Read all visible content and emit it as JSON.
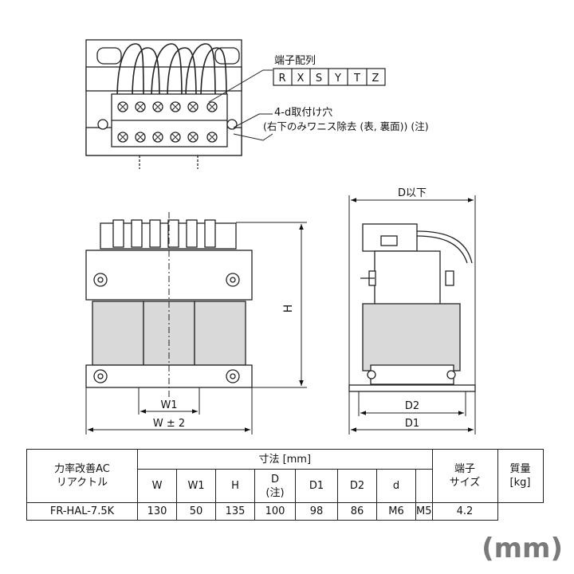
{
  "diagram": {
    "terminal_layout_label": "端子配列",
    "terminals": [
      "R",
      "X",
      "S",
      "Y",
      "T",
      "Z"
    ],
    "mount_hole_label": "4-d取付け穴",
    "mount_hole_note": "(右下のみワニス除去 (表, 裏面)) (注)",
    "dim_D_max": "D以下",
    "dim_H": "H",
    "dim_W1": "W1",
    "dim_W": "W ± 2",
    "dim_D2": "D2",
    "dim_D1": "D1"
  },
  "table": {
    "model_header": [
      "力率改善AC",
      "リアクトル"
    ],
    "dims_header": "寸法 [mm]",
    "col_W": "W",
    "col_W1": "W1",
    "col_H": "H",
    "col_D": [
      "D",
      "(注)"
    ],
    "col_D1": "D1",
    "col_D2": "D2",
    "col_d": "d",
    "terminal_size_header": [
      "端子",
      "サイズ"
    ],
    "mass_header": [
      "質量",
      "[kg]"
    ],
    "row": {
      "model": "FR-HAL-7.5K",
      "W": "130",
      "W1": "50",
      "H": "135",
      "D": "100",
      "D1": "98",
      "D2": "86",
      "d": "M6",
      "terminal_size": "M5",
      "mass": "4.2"
    }
  },
  "unit_label": "(mm)"
}
